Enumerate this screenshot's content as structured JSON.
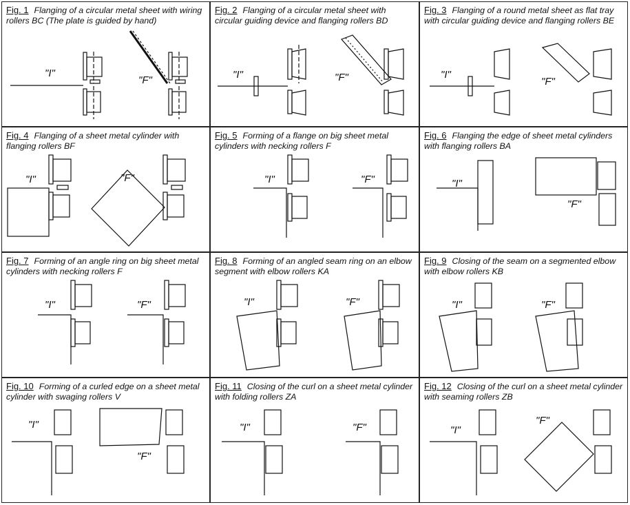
{
  "labels": {
    "initial": "\"I\"",
    "final": "\"F\""
  },
  "figures": [
    {
      "fig": "Fig. 1",
      "desc": "Flanging of a circular metal sheet with wiring rollers BC (The plate is guided by hand)"
    },
    {
      "fig": "Fig. 2",
      "desc": "Flanging of a circular metal sheet with circular guiding device and flanging rollers BD"
    },
    {
      "fig": "Fig. 3",
      "desc": "Flanging of a round metal sheet as flat tray with circular guiding device and flanging rollers BE"
    },
    {
      "fig": "Fig. 4",
      "desc": "Flanging of a sheet metal cylinder with flanging rollers BF"
    },
    {
      "fig": "Fig. 5",
      "desc": "Forming of a flange on big sheet metal cylinders with necking rollers F"
    },
    {
      "fig": "Fig. 6",
      "desc": "Flanging the edge of sheet metal cylinders with flanging rollers BA"
    },
    {
      "fig": "Fig. 7",
      "desc": "Forming of an angle ring on big sheet metal cylinders with necking rollers F"
    },
    {
      "fig": "Fig. 8",
      "desc": "Forming of an angled seam ring on an elbow segment with elbow rollers KA"
    },
    {
      "fig": "Fig. 9",
      "desc": "Closing of the seam on a segmented elbow with elbow rollers KB"
    },
    {
      "fig": "Fig. 10",
      "desc": "Forming of a curled edge on a sheet metal cylinder with swaging rollers V"
    },
    {
      "fig": "Fig. 11",
      "desc": "Closing of the curl on a sheet metal cylinder with folding rollers ZA"
    },
    {
      "fig": "Fig. 12",
      "desc": "Closing of the curl on a sheet metal cylinder with seaming rollers ZB"
    }
  ]
}
